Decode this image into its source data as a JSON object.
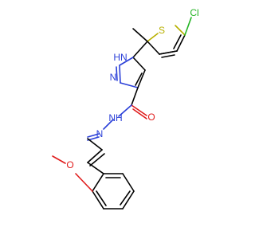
{
  "molecule": {
    "atoms": {
      "chlorine": "Cl",
      "thiophene_sulfur": "S",
      "pyrazole_nh": "HN",
      "pyrazole_n": "N",
      "carbonyl_oxygen": "O",
      "hydrazide_nh": "NH",
      "imine_n": "N",
      "methoxy_oxygen": "O"
    },
    "colors": {
      "carbon": "#000000",
      "nitrogen": "#2a3fd8",
      "oxygen": "#e01b1b",
      "sulfur": "#b8b000",
      "chlorine": "#22b422"
    }
  }
}
